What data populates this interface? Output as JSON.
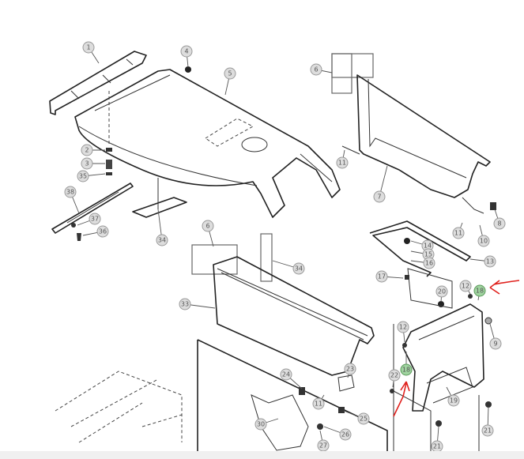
{
  "diagram": {
    "title": "Hood and dash panel parts diagram",
    "callouts": [
      "1",
      "4",
      "5",
      "2",
      "3",
      "35",
      "38",
      "37",
      "36",
      "34",
      "6",
      "34",
      "33",
      "6",
      "11",
      "7",
      "11",
      "10",
      "8",
      "14",
      "15",
      "16",
      "13",
      "17",
      "20",
      "12",
      "18",
      "12",
      "9",
      "18",
      "22",
      "19",
      "21",
      "21",
      "23",
      "24",
      "11",
      "25",
      "30",
      "26",
      "27"
    ],
    "highlighted_part": "18",
    "colors": {
      "highlight": "#9fd39f",
      "annotation_arrow": "#e0201c"
    }
  }
}
